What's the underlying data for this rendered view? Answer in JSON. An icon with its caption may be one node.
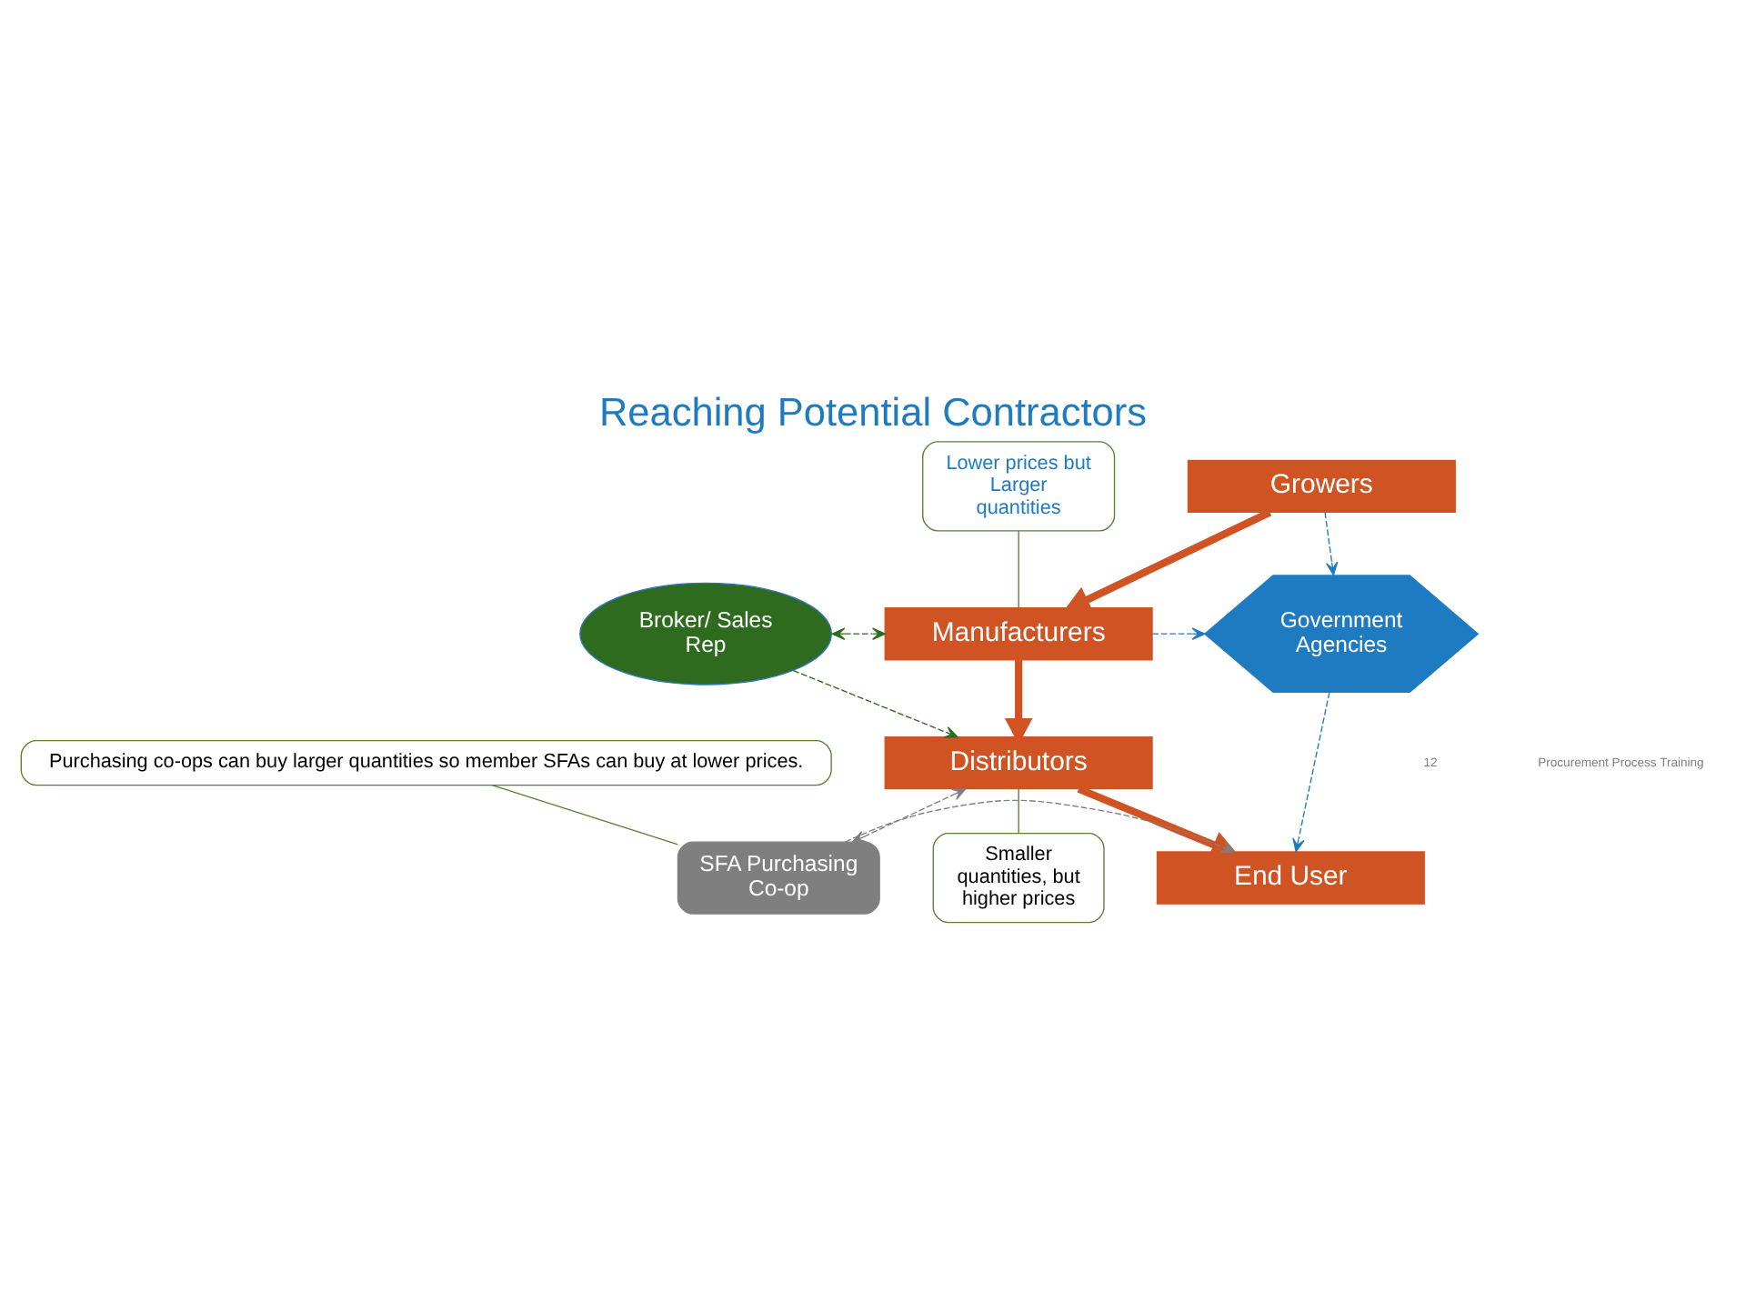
{
  "diagram": {
    "title": "Reaching Potential Contractors",
    "nodes": [
      {
        "text": [
          "Growers"
        ]
      },
      {
        "text": [
          "Manufacturers"
        ]
      },
      {
        "text": [
          "Distributors"
        ]
      },
      {
        "text": [
          "End User"
        ]
      },
      {
        "text": [
          "Broker/ Sales Rep"
        ]
      },
      {
        "text": [
          "SFA Purchasing Co-op"
        ]
      },
      {
        "text": [
          "Government Agencies"
        ]
      },
      {
        "text": [
          "Lower prices but Larger quantities"
        ]
      },
      {
        "text": [
          "Smaller quantities, but higher prices"
        ]
      },
      {
        "text": [
          "Purchasing co-ops can buy larger quantities so member SFAs can buy at lower prices."
        ]
      }
    ],
    "edges": [
      {
        "from": 0,
        "to": 1,
        "arrow": "to",
        "style": "thick",
        "color": "#d05323"
      },
      {
        "from": 1,
        "to": 2,
        "arrow": "to",
        "style": "thick",
        "color": "#d05323"
      },
      {
        "from": 2,
        "to": 3,
        "arrow": "to",
        "style": "thick",
        "color": "#d05323"
      },
      {
        "from": 4,
        "to": 1,
        "arrow": "both",
        "style": "dashed",
        "color": "#2e6b1f"
      },
      {
        "from": 4,
        "to": 2,
        "arrow": "to",
        "style": "dashed",
        "color": "#2e6b1f"
      },
      {
        "from": 5,
        "to": 2,
        "arrow": "both",
        "style": "dashed",
        "color": "#7f7f7f"
      },
      {
        "from": 5,
        "to": 3,
        "arrow": "to",
        "style": "dashed",
        "color": "#7f7f7f"
      },
      {
        "from": 0,
        "to": 6,
        "arrow": "to",
        "style": "dashed",
        "color": "#1f7bc1"
      },
      {
        "from": 1,
        "to": 6,
        "arrow": "to",
        "style": "dashed",
        "color": "#1f7bc1"
      },
      {
        "from": 6,
        "to": 3,
        "arrow": "to",
        "style": "dashed",
        "color": "#1f7bc1"
      },
      {
        "from": 7,
        "to": 1,
        "arrow": "none",
        "color": "#548235"
      },
      {
        "from": 8,
        "to": 2,
        "arrow": "none",
        "color": "#548235"
      },
      {
        "from": 9,
        "to": 5,
        "arrow": "none",
        "color": "#548235"
      }
    ],
    "labels": [
      "12",
      "Procurement Process Training"
    ]
  }
}
